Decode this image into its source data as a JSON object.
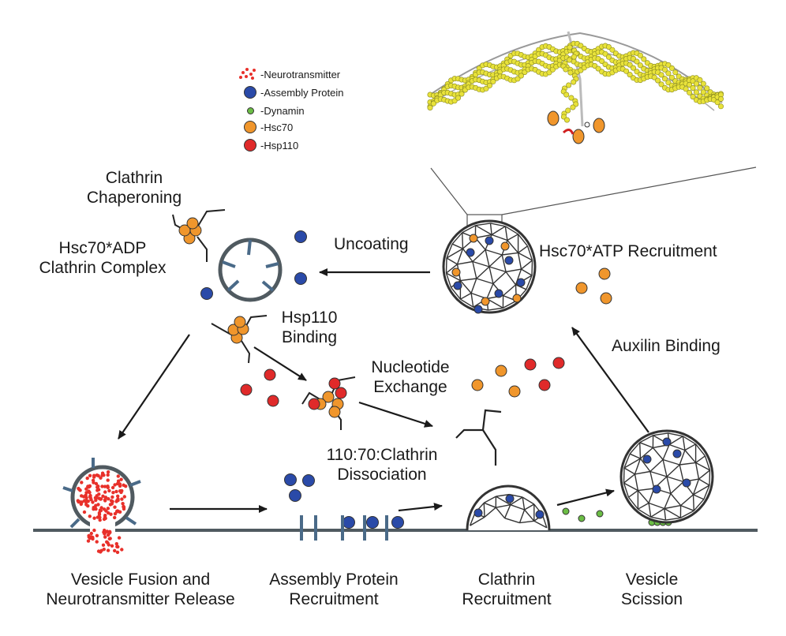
{
  "legend": [
    {
      "symbol": "neurotransmitter",
      "label": "-Neurotransmitter",
      "color": "#e8302a"
    },
    {
      "symbol": "assembly-protein",
      "label": "-Assembly Protein",
      "color": "#2a4aa8"
    },
    {
      "symbol": "dynamin",
      "label": "-Dynamin",
      "color": "#6bbd45"
    },
    {
      "symbol": "hsc70",
      "label": "-Hsc70",
      "color": "#f0962c"
    },
    {
      "symbol": "hsp110",
      "label": "-Hsp110",
      "color": "#e02a2a"
    }
  ],
  "labels": {
    "clathrin_chaperoning": "Clathrin\nChaperoning",
    "hsc70_adp_complex": "Hsc70*ADP\nClathrin Complex",
    "uncoating": "Uncoating",
    "hsc70_atp_recruitment": "Hsc70*ATP Recruitment",
    "hsp110_binding": "Hsp110\nBinding",
    "nucleotide_exchange": "Nucleotide\nExchange",
    "auxilin_binding": "Auxilin Binding",
    "dissociation": "110:70:Clathrin\nDissociation",
    "vesicle_fusion": "Vesicle Fusion and\nNeurotransmitter Release",
    "assembly_recruitment": "Assembly Protein\nRecruitment",
    "clathrin_recruitment": "Clathrin\nRecruitment",
    "vesicle_scission": "Vesicle\nScission"
  },
  "colors": {
    "hsc70": "#f0962c",
    "hsp110": "#e02a2a",
    "assembly": "#2a4aa8",
    "dynamin": "#6bbd45",
    "membrane": "#505a60",
    "structure": "#e8e23a"
  }
}
